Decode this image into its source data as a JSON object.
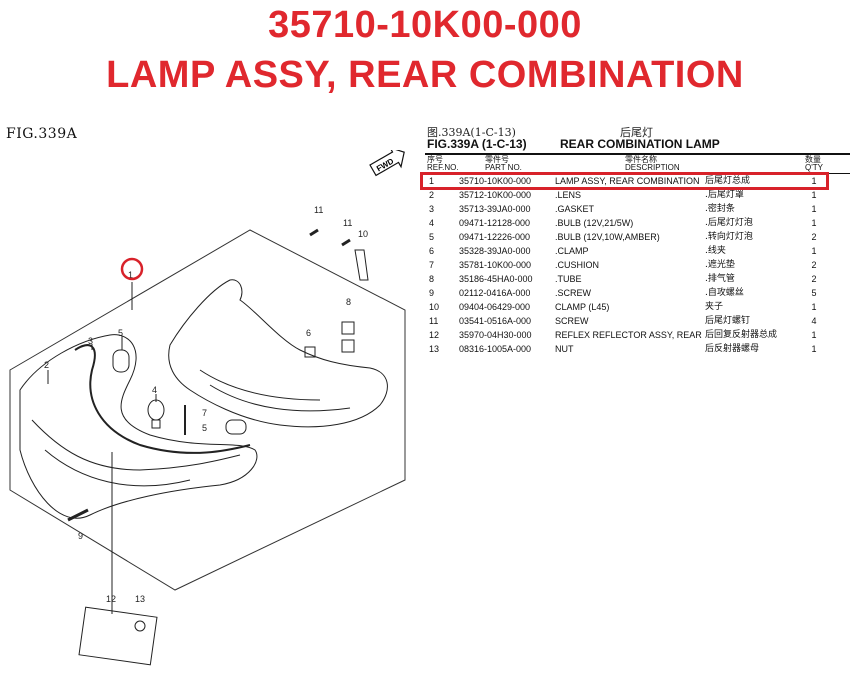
{
  "headline": {
    "part_number": "35710-10K00-000",
    "part_name": "LAMP ASSY, REAR COMBINATION"
  },
  "figure": {
    "label": "FIG.339A",
    "fwd_label": "FWD",
    "callouts": [
      "1",
      "2",
      "3",
      "4",
      "5",
      "5",
      "6",
      "7",
      "8",
      "9",
      "10",
      "11",
      "11",
      "12",
      "13"
    ]
  },
  "table": {
    "cn_fig": "图.339A(1-C-13)",
    "cn_title": "后尾灯",
    "fig_code": "FIG.339A (1-C-13)",
    "fig_title": "REAR COMBINATION LAMP",
    "header": {
      "ref_cn": "序号",
      "ref": "REF.NO.",
      "part_cn": "零件号",
      "part": "PART NO.",
      "desc_cn": "零件名称",
      "desc": "DESCRIPTION",
      "qty_cn": "数量",
      "qty": "Q'TY"
    },
    "rows": [
      {
        "ref": "1",
        "part_no": "35710-10K00-000",
        "desc": "LAMP ASSY, REAR COMBINATION",
        "cn": "后尾灯总成",
        "qty": "1"
      },
      {
        "ref": "2",
        "part_no": "35712-10K00-000",
        "desc": ".LENS",
        "cn": ".后尾灯罩",
        "qty": "1"
      },
      {
        "ref": "3",
        "part_no": "35713-39JA0-000",
        "desc": ".GASKET",
        "cn": ".密封条",
        "qty": "1"
      },
      {
        "ref": "4",
        "part_no": "09471-12128-000",
        "desc": ".BULB (12V,21/5W)",
        "cn": ".后尾灯灯泡",
        "qty": "1"
      },
      {
        "ref": "5",
        "part_no": "09471-12226-000",
        "desc": ".BULB (12V,10W,AMBER)",
        "cn": ".转向灯灯泡",
        "qty": "2"
      },
      {
        "ref": "6",
        "part_no": "35328-39JA0-000",
        "desc": ".CLAMP",
        "cn": ".线夹",
        "qty": "1"
      },
      {
        "ref": "7",
        "part_no": "35781-10K00-000",
        "desc": ".CUSHION",
        "cn": ".遮光垫",
        "qty": "2"
      },
      {
        "ref": "8",
        "part_no": "35186-45HA0-000",
        "desc": ".TUBE",
        "cn": ".排气管",
        "qty": "2"
      },
      {
        "ref": "9",
        "part_no": "02112-0416A-000",
        "desc": ".SCREW",
        "cn": ".自攻螺丝",
        "qty": "5"
      },
      {
        "ref": "10",
        "part_no": "09404-06429-000",
        "desc": "CLAMP (L45)",
        "cn": "夹子",
        "qty": "1"
      },
      {
        "ref": "11",
        "part_no": "03541-0516A-000",
        "desc": "SCREW",
        "cn": "后尾灯螺钉",
        "qty": "4"
      },
      {
        "ref": "12",
        "part_no": "35970-04H30-000",
        "desc": "REFLEX REFLECTOR ASSY, REAR",
        "cn": "后回复反射器总成",
        "qty": "1"
      },
      {
        "ref": "13",
        "part_no": "08316-1005A-000",
        "desc": "NUT",
        "cn": "后反射器螺母",
        "qty": "1"
      }
    ]
  },
  "colors": {
    "accent": "#e0282e",
    "highlight": "#d8222a"
  }
}
